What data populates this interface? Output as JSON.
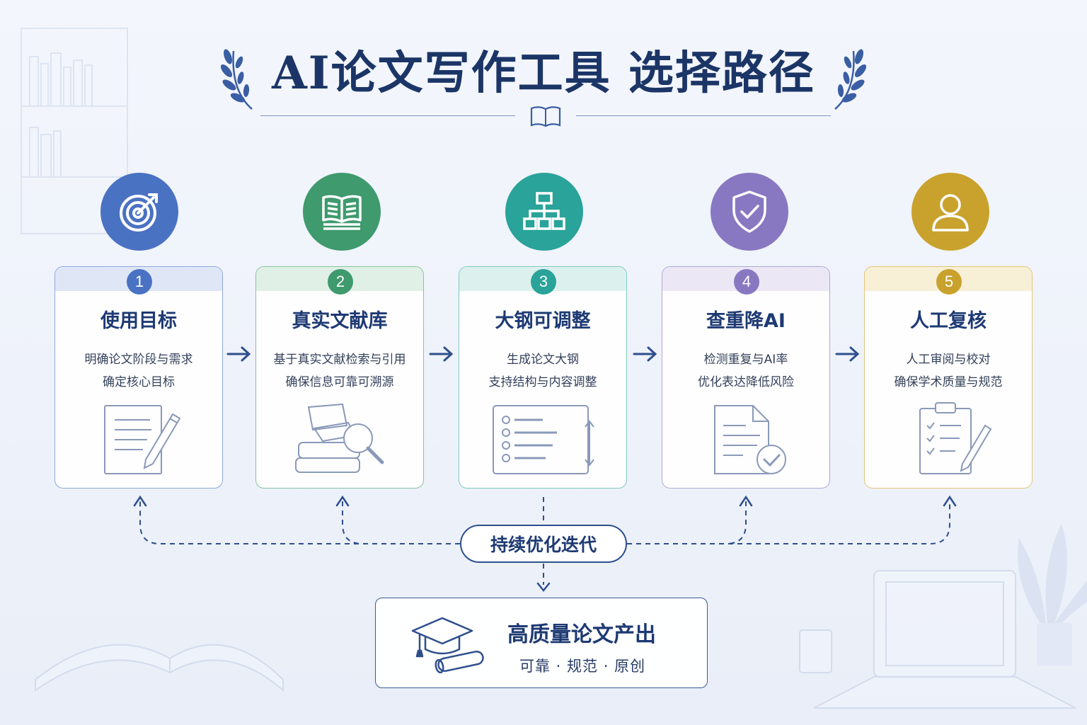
{
  "title": "AI论文写作工具 选择路径",
  "steps": [
    {
      "number": "1",
      "title": "使用目标",
      "line1": "明确论文阶段与需求",
      "line2": "确定核心目标",
      "icon": "target-icon",
      "illustration": "document-pen-icon",
      "color": "#4a72c3",
      "light": "#dfe7f7",
      "border": "#8fa8da"
    },
    {
      "number": "2",
      "title": "真实文献库",
      "line1": "基于真实文献检索与引用",
      "line2": "确保信息可靠可溯源",
      "icon": "open-book-icon",
      "illustration": "books-magnifier-icon",
      "color": "#3f9a6e",
      "light": "#e0f0e6",
      "border": "#86c3a0"
    },
    {
      "number": "3",
      "title": "大钢可调整",
      "line1": "生成论文大钢",
      "line2": "支持结构与内容调整",
      "icon": "hierarchy-icon",
      "illustration": "outline-list-icon",
      "color": "#2aa39a",
      "light": "#dcf1ee",
      "border": "#7fc9c1"
    },
    {
      "number": "4",
      "title": "查重降AI",
      "line1": "检测重复与AI率",
      "line2": "优化表达降低风险",
      "icon": "shield-check-icon",
      "illustration": "document-check-icon",
      "color": "#8878c2",
      "light": "#ebe7f5",
      "border": "#b2a8d8"
    },
    {
      "number": "5",
      "title": "人工复核",
      "line1": "人工审阅与校对",
      "line2": "确保学术质量与规范",
      "icon": "person-icon",
      "illustration": "clipboard-pen-icon",
      "color": "#c9a22d",
      "light": "#f7efd6",
      "border": "#e0c579"
    }
  ],
  "loop": {
    "label": "持续优化迭代"
  },
  "output": {
    "title": "高质量论文产出",
    "subtitle": "可靠 · 规范 · 原创",
    "icon": "graduation-cap-diploma-icon"
  },
  "colors": {
    "navy": "#1e3a73",
    "arrow": "#2f4f8d"
  }
}
